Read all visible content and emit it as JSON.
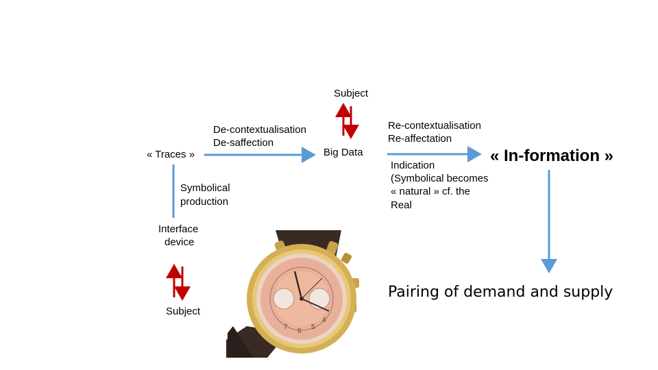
{
  "labels": {
    "subject_top": "Subject",
    "decontext_1": "De-contextualisation",
    "decontext_2": "De-saffection",
    "big_data": "Big Data",
    "recontext_1": "Re-contextualisation",
    "recontext_2": "Re-affectation",
    "traces": "« Traces »",
    "in_formation": "« In-formation »",
    "indication_1": "Indication",
    "indication_2": "(Symbolical becomes",
    "indication_3": "« natural » cf. the",
    "indication_4": "Real",
    "symbolical_1": "Symbolical",
    "symbolical_2": "production",
    "interface_1": "Interface",
    "interface_2": "device",
    "subject_bottom": "Subject",
    "pairing": "Pairing of demand and supply"
  },
  "colors": {
    "blue_arrow": "#5b9bd5",
    "red_arrow": "#c00000"
  },
  "image": {
    "icon": "wristwatch-photo"
  }
}
